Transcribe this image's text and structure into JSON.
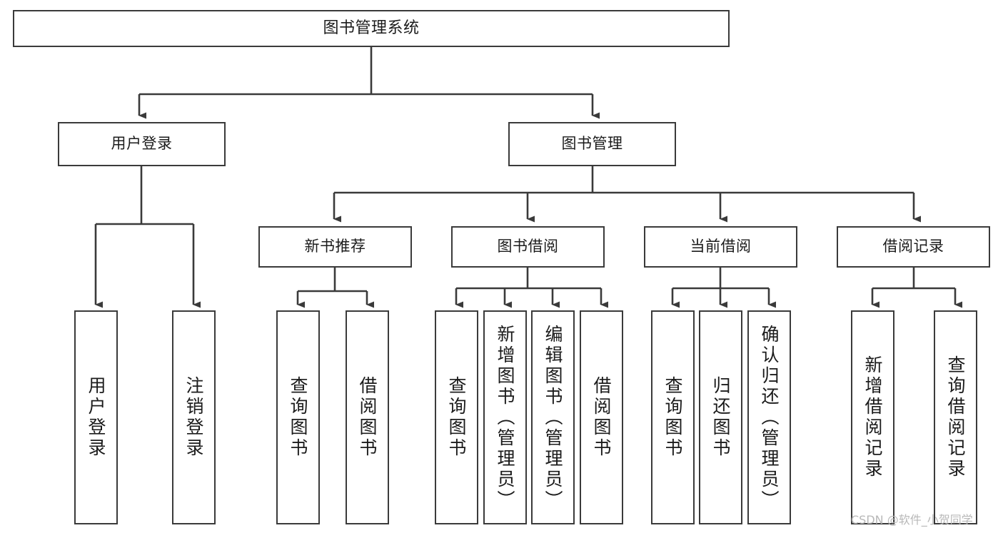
{
  "diagram": {
    "title": "图书管理系统",
    "type": "tree-hierarchy",
    "watermark": "CSDN @软件_小贺同学",
    "colors": {
      "box_border": "#3a3a3a",
      "box_fill": "#ffffff",
      "connector": "#3a3a3a",
      "text": "#1b1b1b",
      "watermark": "#b8b8b8",
      "background": "#ffffff"
    },
    "root": {
      "label": "图书管理系统"
    },
    "level2": [
      {
        "label": "用户登录"
      },
      {
        "label": "图书管理"
      }
    ],
    "level3": [
      {
        "label": "新书推荐"
      },
      {
        "label": "图书借阅"
      },
      {
        "label": "当前借阅"
      },
      {
        "label": "借阅记录"
      }
    ],
    "leaves": {
      "user_login": [
        {
          "label": "用户登录"
        },
        {
          "label": "注销登录"
        }
      ],
      "new_book_recommend": [
        {
          "label": "查询图书"
        },
        {
          "label": "借阅图书"
        }
      ],
      "book_borrow": [
        {
          "label": "查询图书"
        },
        {
          "label": "新增图书（管理员）"
        },
        {
          "label": "编辑图书（管理员）"
        },
        {
          "label": "借阅图书"
        }
      ],
      "current_borrow": [
        {
          "label": "查询图书"
        },
        {
          "label": "归还图书"
        },
        {
          "label": "确认归还（管理员）"
        }
      ],
      "borrow_record": [
        {
          "label": "新增借阅记录"
        },
        {
          "label": "查询借阅记录"
        }
      ]
    }
  }
}
